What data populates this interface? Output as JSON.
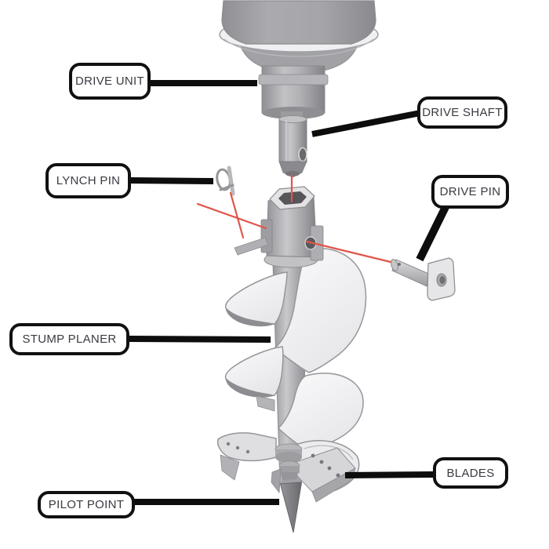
{
  "illustration": {
    "type": "exploded-parts-diagram",
    "subject": "stump planer auger assembly"
  },
  "labels": [
    {
      "id": "drive-unit",
      "text": "DRIVE UNIT"
    },
    {
      "id": "drive-shaft",
      "text": "DRIVE SHAFT"
    },
    {
      "id": "lynch-pin",
      "text": "LYNCH PIN"
    },
    {
      "id": "drive-pin",
      "text": "DRIVE PIN"
    },
    {
      "id": "stump-planer",
      "text": "STUMP PLANER"
    },
    {
      "id": "blades",
      "text": "BLADES"
    },
    {
      "id": "pilot-point",
      "text": "PILOT POINT"
    }
  ],
  "colors": {
    "label_border": "#111111",
    "label_text": "#3a3a42",
    "leader_line": "#0d0d0d",
    "alignment_line": "#e0554a",
    "background": "#ffffff"
  }
}
